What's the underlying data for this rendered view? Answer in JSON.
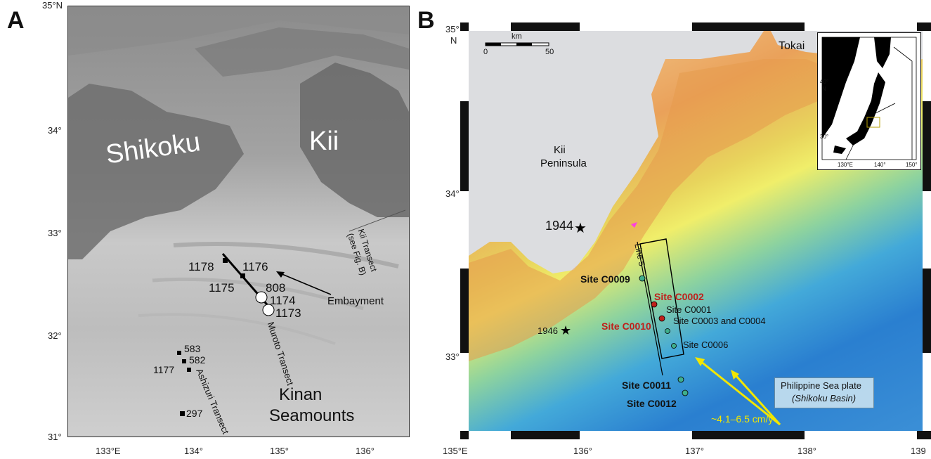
{
  "panels": {
    "a": "A",
    "b": "B"
  },
  "map_a": {
    "lat_ticks": [
      "35°N",
      "34°",
      "33°",
      "32°",
      "31°"
    ],
    "lon_ticks": [
      "133°E",
      "134°",
      "135°",
      "136°"
    ],
    "regions": {
      "shikoku": "Shikoku",
      "kii": "Kii",
      "kinan": "Kinan",
      "seamounts": "Seamounts"
    },
    "sites": [
      "1178",
      "1176",
      "1175",
      "808",
      "1174",
      "1173",
      "583",
      "582",
      "1177",
      "297"
    ],
    "transects": {
      "kii": "Kii Transect",
      "kii_note": "(see Fig. B)",
      "muroto": "Muroto Transect",
      "ashizuri": "Ashizuri Transect"
    },
    "embayment": "Embayment"
  },
  "map_b": {
    "lat_ticks": [
      "35°",
      "N",
      "34°",
      "33°"
    ],
    "lon_ticks": [
      "135°E",
      "136°",
      "137°",
      "138°",
      "139"
    ],
    "scale": {
      "unit": "km",
      "zero": "0",
      "max": "50"
    },
    "places": {
      "tokai": "Tokai",
      "kii1": "Kii",
      "kii2": "Peninsula"
    },
    "quakes": {
      "q1944": "1944",
      "q1946": "1946"
    },
    "line5": "Line 5",
    "sites": {
      "c0009": "Site C0009",
      "c0002": "Site C0002",
      "c0001": "Site C0001",
      "c0010": "Site C0010",
      "c0003": "Site C0003 and C0004",
      "c0006": "Site C0006",
      "c0011": "Site C0011",
      "c0012": "Site C0012"
    },
    "plate1": "Philippine Sea plate",
    "plate2": "(Shikoku Basin)",
    "rate": "~4.1–6.5 cm/y",
    "inset": {
      "lat40": "40°",
      "n": "N",
      "lat30": "30°",
      "lon130": "130°E",
      "lon140": "140°",
      "lon150": "150°"
    },
    "colors": {
      "site_red": "#c0201a",
      "site_green": "#3fae8c",
      "arrow": "#f2e600",
      "magenta": "#ff3fe0"
    }
  }
}
